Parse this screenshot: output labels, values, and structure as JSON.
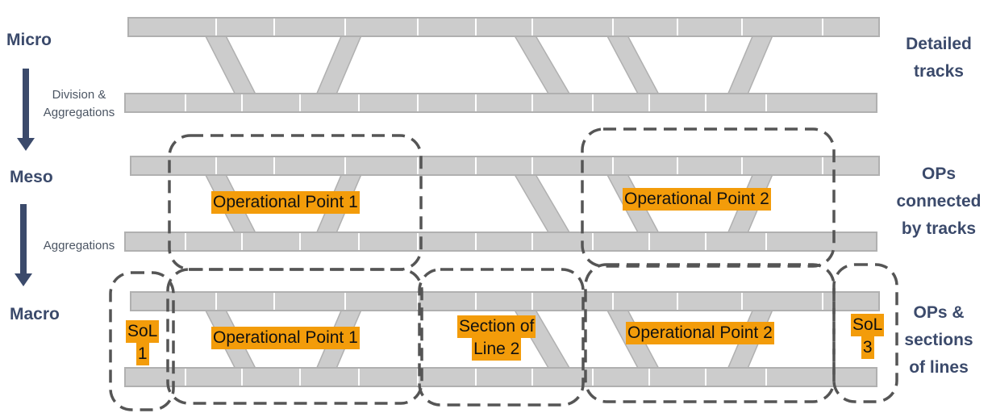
{
  "levels": {
    "micro": "Micro",
    "meso": "Meso",
    "macro": "Macro"
  },
  "transitions": {
    "first": [
      "Division &",
      "Aggregations"
    ],
    "second": "Aggregations"
  },
  "descriptions": {
    "micro": [
      "Detailed",
      "tracks"
    ],
    "meso": [
      "OPs",
      "connected",
      "by tracks"
    ],
    "macro": [
      "OPs &",
      "sections",
      "of lines"
    ]
  },
  "meso_labels": {
    "op1": "Operational Point 1",
    "op2": "Operational Point 2"
  },
  "macro_labels": {
    "sol1": [
      "SoL",
      "1"
    ],
    "op1": "Operational Point 1",
    "sol2": [
      "Section of",
      "Line 2"
    ],
    "op2": "Operational Point 2",
    "sol3": [
      "SoL",
      "3"
    ]
  },
  "colors": {
    "track_fill": "#cccccc",
    "track_stroke": "#b0b0b0",
    "label_bg": "#f39c0a",
    "dashed_box": "#555555",
    "text_dark": "#3b4a6b"
  }
}
